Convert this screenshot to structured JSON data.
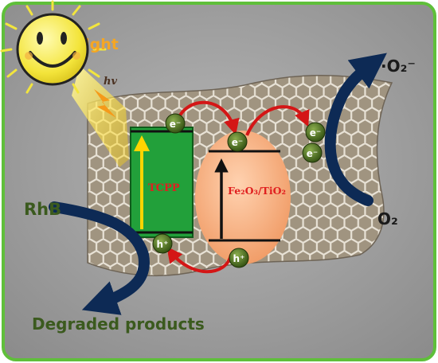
{
  "light_label": "Light",
  "hv_label": "hv",
  "tcpp_label": "TCPP",
  "fe_label": "Fe₂O₃/TiO₂",
  "rhb_label": "RhB",
  "degraded_label": "Degraded products",
  "o2_label": "O₂",
  "superoxide_label": "·O₂⁻",
  "electron_label": "e⁻",
  "hole_label": "h⁺",
  "colors": {
    "frame_border": "#5fbf3a",
    "background": "#9a9a9a",
    "tcpp_box": "#22a03a",
    "fe_ellipse": "#f4a878",
    "label_green": "#3b5a1e",
    "navy_arrow": "#0d2a55",
    "red_arrow": "#d41616",
    "particle": "#3b5e1a",
    "sun": "#f2e53d",
    "beam": "#ffe45a"
  }
}
